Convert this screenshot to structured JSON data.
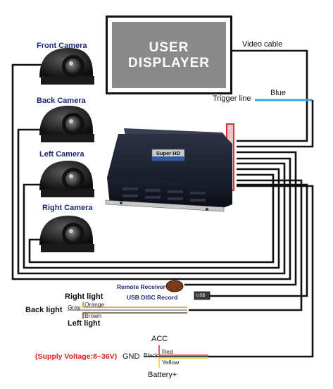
{
  "display": {
    "line1": "USER",
    "line2": "DISPLAYER"
  },
  "cameras": [
    {
      "label": "Front Camera"
    },
    {
      "label": "Back Camera"
    },
    {
      "label": "Left Camera"
    },
    {
      "label": "Right Camera"
    }
  ],
  "cables": {
    "video": "Video cable",
    "trigger": "Trigger line",
    "trigger_color": "Blue",
    "remote": "Remote Receiver",
    "usb_record": "USB DISC Record",
    "usb_tag": "USB"
  },
  "dvr": {
    "brand": "Super HD"
  },
  "lights": {
    "right": "Right light",
    "back": "Back light",
    "left": "Left light",
    "gray": "Gray",
    "orange": "Orange",
    "brown": "Brown"
  },
  "power": {
    "supply": "(Supply Voltage:8~36V)",
    "gnd": "GND",
    "black": "Black",
    "acc": "ACC",
    "red": "Red",
    "yellow": "Yellow",
    "battery": "Battery+"
  },
  "colors": {
    "blue_wire": "#33a8e0",
    "red_wire": "#e03030",
    "orange_wire": "#e88a20",
    "yellow_wire": "#f0d020",
    "supply_text": "#e02020",
    "camera_label": "#1c2a7a"
  }
}
